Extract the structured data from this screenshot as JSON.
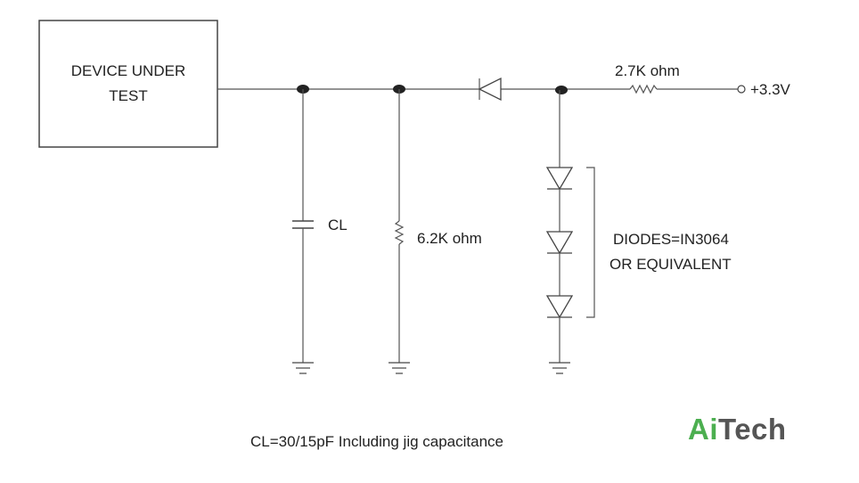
{
  "dut": {
    "line1": "DEVICE UNDER",
    "line2": "TEST"
  },
  "capacitor": {
    "label": "CL"
  },
  "pulldown_resistor": {
    "label": "6.2K ohm"
  },
  "pullup_resistor": {
    "label": "2.7K ohm"
  },
  "supply": {
    "label": "+3.3V"
  },
  "diodes_note": {
    "line1": "DIODES=IN3064",
    "line2": "OR EQUIVALENT"
  },
  "footnote": "CL=30/15pF Including jig capacitance",
  "logo": {
    "part1": "Ai",
    "part2": "Tech",
    "accent_color": "#4caf50",
    "text_color": "#555555"
  }
}
